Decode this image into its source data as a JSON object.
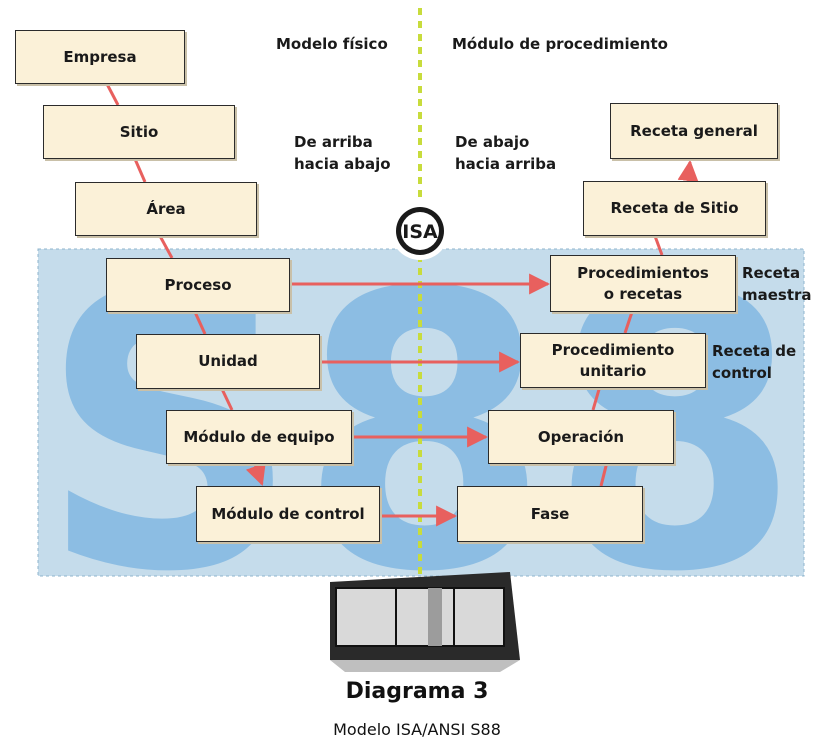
{
  "diagram": {
    "physical_header": "Modelo físico",
    "procedural_header": "Módulo de procedimiento",
    "physical_direction": "De arriba\nhacia abajo",
    "procedural_direction": "De abajo\nhacia arriba",
    "physical_model": [
      "Empresa",
      "Sitio",
      "Área",
      "Proceso",
      "Unidad",
      "Módulo de equipo",
      "Módulo de control"
    ],
    "procedural_model": [
      "Receta general",
      "Receta de Sitio",
      "Procedimientos\no recetas",
      "Procedimiento\nunitario",
      "Operación",
      "Fase"
    ],
    "side_labels": {
      "master_recipe": "Receta\nmaestra",
      "control_recipe": "Receta de\ncontrol"
    },
    "logo_text": "ISA",
    "watermark": "S88",
    "colors": {
      "box_fill": "#fbf1d8",
      "arrow": "#e8605e",
      "panel": "#c5dceb",
      "watermark": "#8cbde3",
      "divider": "#c8dc3c"
    }
  },
  "caption": {
    "title": "Diagrama 3",
    "subtitle": "Modelo ISA/ANSI S88"
  }
}
